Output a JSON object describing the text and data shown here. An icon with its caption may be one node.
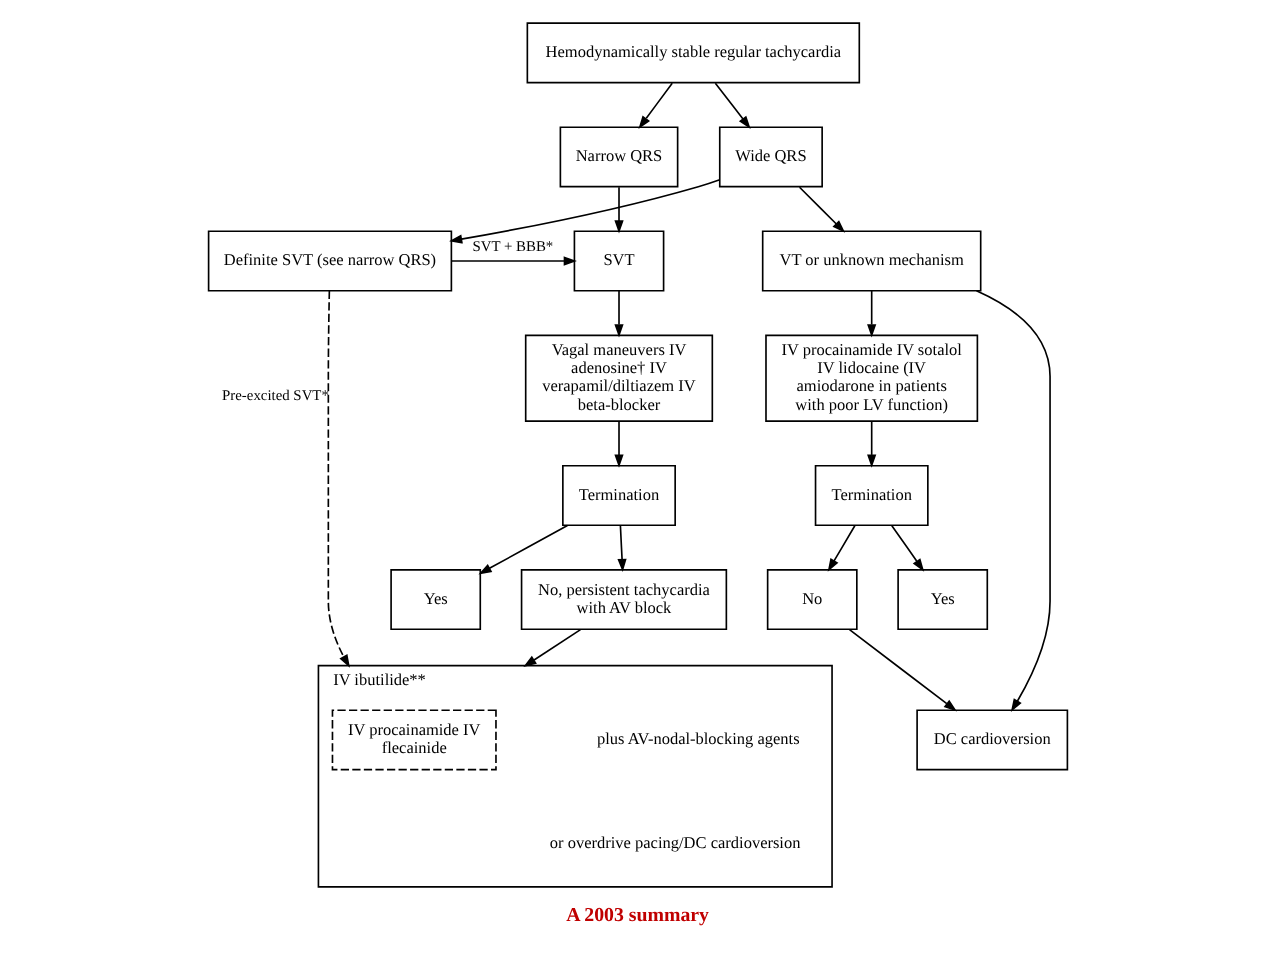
{
  "diagram": {
    "caption": "A 2003 summary",
    "nodes": [
      {
        "text": [
          "Hemodynamically stable regular tachycardia"
        ]
      },
      {
        "text": [
          "Narrow QRS"
        ]
      },
      {
        "text": [
          "Wide QRS"
        ]
      },
      {
        "text": [
          "SVT"
        ]
      },
      {
        "text": [
          "Definite SVT (see narrow QRS)"
        ]
      },
      {
        "text": [
          "VT or unknown mechanism"
        ]
      },
      {
        "text": [
          "Vagal maneuvers IV adenosine† IV verapamil/diltiazem IV beta-blocker"
        ]
      },
      {
        "text": [
          "Termination"
        ]
      },
      {
        "text": [
          "Yes"
        ]
      },
      {
        "text": [
          "No, persistent tachycardia with AV block"
        ]
      },
      {
        "text": [
          "IV procainamide IV sotalol IV lidocaine (IV amiodarone in patients with poor LV function)"
        ]
      },
      {
        "text": [
          "Termination"
        ]
      },
      {
        "text": [
          "Yes"
        ]
      },
      {
        "text": [
          "No"
        ]
      },
      {
        "text": [
          "DC cardioversion"
        ]
      },
      {
        "text": [
          "IV ibutilide**",
          "plus AV-nodal-blocking agents",
          "or overdrive pacing/DC cardioversion"
        ]
      },
      {
        "text": [
          "IV procainamide IV flecainide"
        ],
        "in": 15
      }
    ],
    "edges": [
      {
        "from": 0,
        "to": 1,
        "arrow": "to"
      },
      {
        "from": 0,
        "to": 2,
        "arrow": "to"
      },
      {
        "from": 1,
        "to": 3,
        "arrow": "to"
      },
      {
        "from": 2,
        "to": 4,
        "arrow": "to"
      },
      {
        "from": 2,
        "to": 5,
        "arrow": "to"
      },
      {
        "from": 4,
        "to": 3,
        "arrow": "to",
        "label": "SVT + BBB*"
      },
      {
        "from": 3,
        "to": 6,
        "arrow": "to"
      },
      {
        "from": 6,
        "to": 7,
        "arrow": "to"
      },
      {
        "from": 7,
        "to": 8,
        "arrow": "to"
      },
      {
        "from": 7,
        "to": 9,
        "arrow": "to"
      },
      {
        "from": 9,
        "to": 15,
        "arrow": "to"
      },
      {
        "from": 4,
        "to": 15,
        "arrow": "to",
        "label": "Pre-excited SVT*",
        "style": "dashed"
      },
      {
        "from": 5,
        "to": 10,
        "arrow": "to"
      },
      {
        "from": 10,
        "to": 11,
        "arrow": "to"
      },
      {
        "from": 11,
        "to": 12,
        "arrow": "to"
      },
      {
        "from": 11,
        "to": 13,
        "arrow": "to"
      },
      {
        "from": 13,
        "to": 14,
        "arrow": "to"
      },
      {
        "from": 5,
        "to": 14,
        "arrow": "to"
      }
    ]
  }
}
